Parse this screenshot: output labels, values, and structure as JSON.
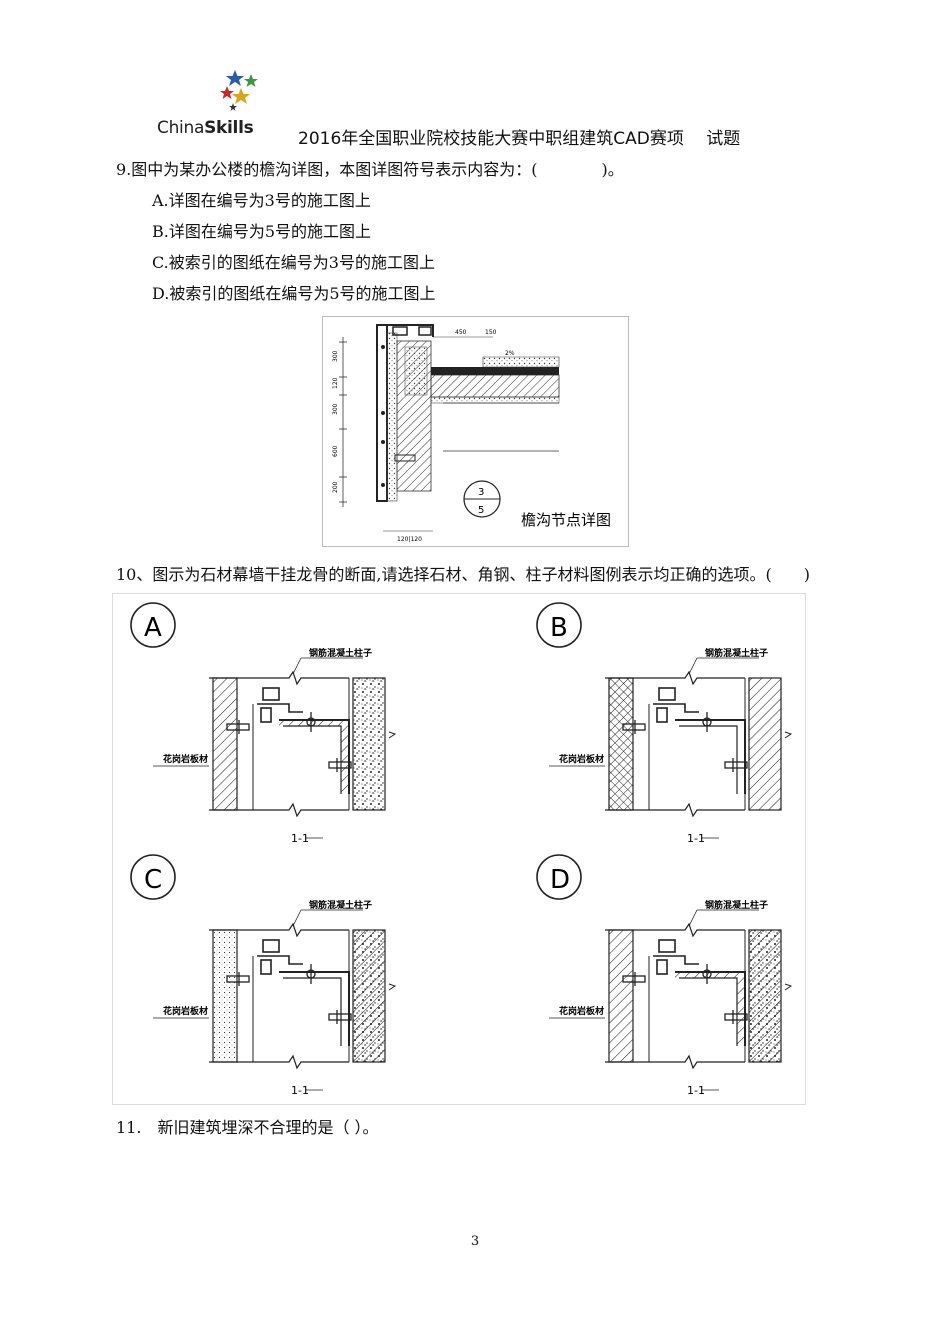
{
  "header": {
    "logo_text_a": "China",
    "logo_text_b": "Skills",
    "title": "2016年全国职业院校技能大赛中职组建筑CAD赛项　 试题"
  },
  "q9": {
    "question": "9.图中为某办公楼的檐沟详图，本图详图符号表示内容为：(　　　　)。",
    "options": [
      "A.详图在编号为3号的施工图上",
      "B.详图在编号为5号的施工图上",
      "C.被索引的图纸在编号为3号的施工图上",
      "D.被索引的图纸在编号为5号的施工图上"
    ],
    "figure": {
      "dim_top_1": "450",
      "dim_top_2": "150",
      "dim_left": [
        "300",
        "120",
        "300",
        "600",
        "200"
      ],
      "dim_bottom": "120|120",
      "label_slope": "2%",
      "symbol_top": "3",
      "symbol_bottom": "5",
      "caption": "檐沟节点详图"
    }
  },
  "q10": {
    "question": "10、图示为石材幕墙干挂龙骨的断面,请选择石材、角钢、柱子材料图例表示均正确的选项。(　　)",
    "panels": [
      {
        "letter": "A",
        "column_label": "钢筋混凝土柱子",
        "panel_label": "花岗岩板材",
        "section": "1-1"
      },
      {
        "letter": "B",
        "column_label": "钢筋混凝土柱子",
        "panel_label": "花岗岩板材",
        "section": "1-1"
      },
      {
        "letter": "C",
        "column_label": "钢筋混凝土柱子",
        "panel_label": "花岗岩板材",
        "section": "1-1"
      },
      {
        "letter": "D",
        "column_label": "钢筋混凝土柱子",
        "panel_label": "花岗岩板材",
        "section": "1-1"
      }
    ]
  },
  "q11": {
    "question": "11.　新旧建筑埋深不合理的是（ ）。"
  },
  "page_number": "3"
}
